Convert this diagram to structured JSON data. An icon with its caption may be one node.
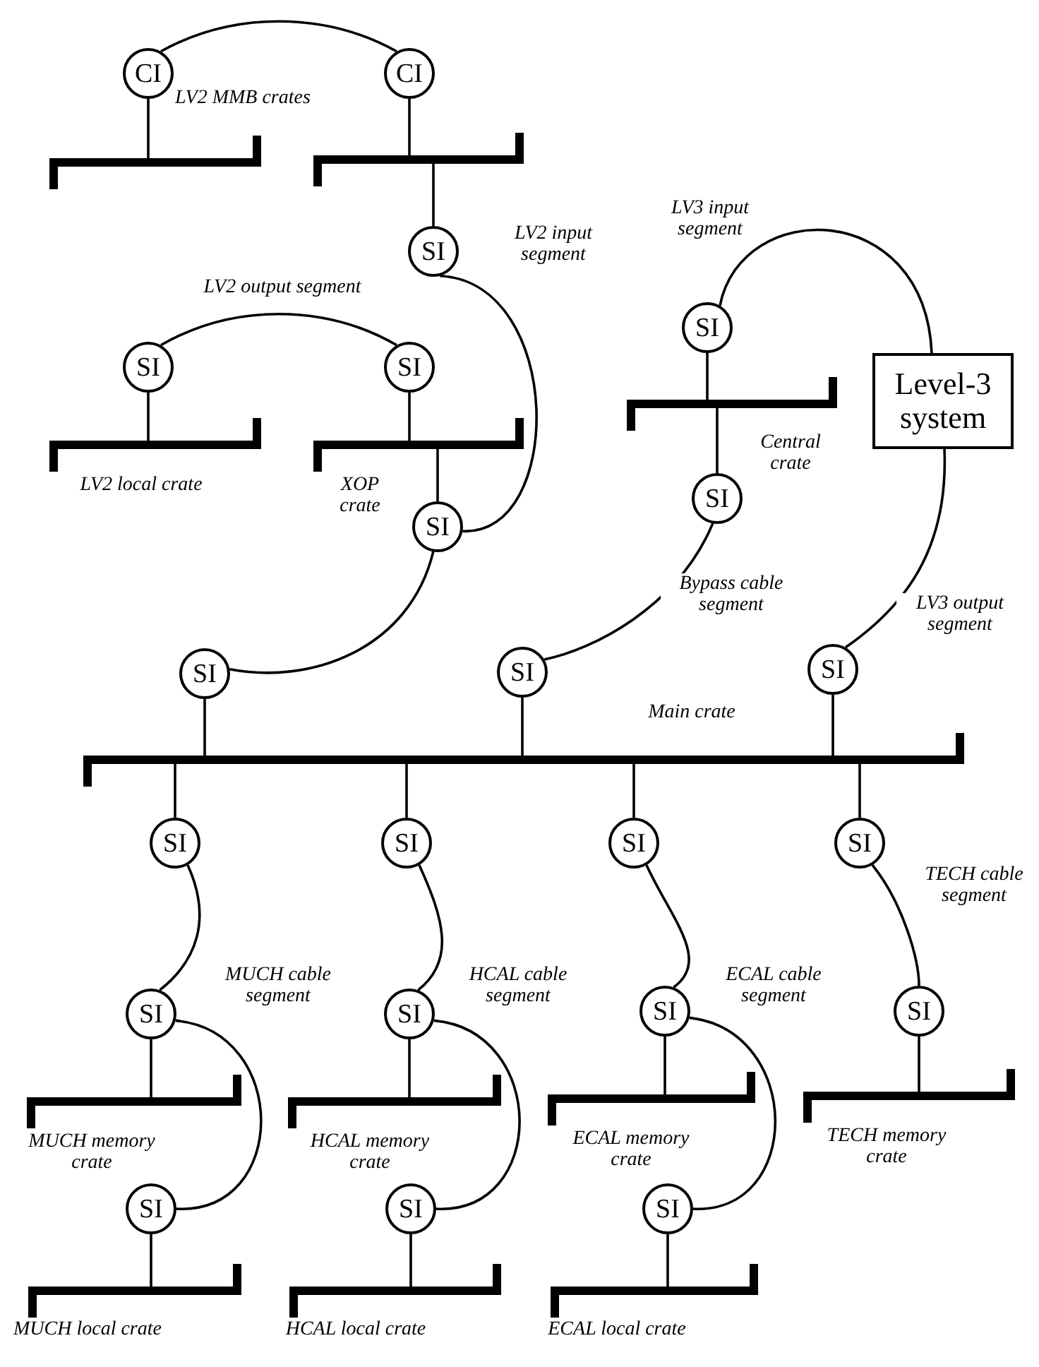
{
  "diagram": {
    "nodes": [
      {
        "text": [
          "CI"
        ]
      },
      {
        "text": [
          "CI"
        ]
      },
      {
        "text": [],
        "shape": "bar"
      },
      {
        "text": [],
        "shape": "bar"
      },
      {
        "text": [
          "SI"
        ]
      },
      {
        "text": [
          "SI"
        ]
      },
      {
        "text": [
          "SI"
        ]
      },
      {
        "text": [],
        "shape": "bar",
        "beside": [
          "LV2 local crate"
        ]
      },
      {
        "text": [],
        "shape": "bar",
        "beside": [
          "XOP crate"
        ]
      },
      {
        "text": [
          "SI"
        ]
      },
      {
        "text": [
          "SI"
        ]
      },
      {
        "text": [
          "SI"
        ]
      },
      {
        "text": [],
        "shape": "bar",
        "beside": [
          "Central crate"
        ]
      },
      {
        "text": [
          "Level-3 system"
        ]
      },
      {
        "text": [
          "SI"
        ]
      },
      {
        "text": [
          "SI"
        ]
      },
      {
        "text": [
          "SI"
        ]
      },
      {
        "text": [],
        "shape": "bar",
        "beside": [
          "Main crate"
        ]
      },
      {
        "text": [
          "SI"
        ]
      },
      {
        "text": [
          "SI"
        ]
      },
      {
        "text": [
          "SI"
        ]
      },
      {
        "text": [
          "SI"
        ]
      },
      {
        "text": [
          "SI"
        ]
      },
      {
        "text": [],
        "shape": "bar",
        "beside": [
          "MUCH memory crate"
        ]
      },
      {
        "text": [
          "SI"
        ]
      },
      {
        "text": [],
        "shape": "bar",
        "beside": [
          "MUCH local crate"
        ]
      },
      {
        "text": [
          "SI"
        ]
      },
      {
        "text": [],
        "shape": "bar",
        "beside": [
          "HCAL memory crate"
        ]
      },
      {
        "text": [
          "SI"
        ]
      },
      {
        "text": [],
        "shape": "bar",
        "beside": [
          "HCAL local crate"
        ]
      },
      {
        "text": [
          "SI"
        ]
      },
      {
        "text": [],
        "shape": "bar",
        "beside": [
          "ECAL memory crate"
        ]
      },
      {
        "text": [
          "SI"
        ]
      },
      {
        "text": [],
        "shape": "bar",
        "beside": [
          "ECAL local crate"
        ]
      },
      {
        "text": [
          "SI"
        ]
      },
      {
        "text": [],
        "shape": "bar",
        "beside": [
          "TECH memory crate"
        ]
      }
    ],
    "edges": [
      {
        "from": 0,
        "to": 1,
        "arrow": "none"
      },
      {
        "from": 0,
        "to": 2,
        "arrow": "none"
      },
      {
        "from": 1,
        "to": 3,
        "arrow": "none"
      },
      {
        "from": 3,
        "to": 4,
        "arrow": "none"
      },
      {
        "from": 5,
        "to": 6,
        "arrow": "none",
        "label": "LV2 output segment"
      },
      {
        "from": 5,
        "to": 7,
        "arrow": "none"
      },
      {
        "from": 6,
        "to": 8,
        "arrow": "none"
      },
      {
        "from": 8,
        "to": 9,
        "arrow": "none"
      },
      {
        "from": 4,
        "to": 9,
        "arrow": "none",
        "label": "LV2 input segment"
      },
      {
        "from": 9,
        "to": 10,
        "arrow": "none"
      },
      {
        "from": 11,
        "to": 13,
        "arrow": "none",
        "label": "LV3 input segment"
      },
      {
        "from": 11,
        "to": 12,
        "arrow": "none"
      },
      {
        "from": 12,
        "to": 14,
        "arrow": "none"
      },
      {
        "from": 14,
        "to": 15,
        "arrow": "none",
        "label": "Bypass cable segment"
      },
      {
        "from": 13,
        "to": 16,
        "arrow": "none",
        "label": "LV3 output segment"
      },
      {
        "from": 10,
        "to": 17,
        "arrow": "none"
      },
      {
        "from": 15,
        "to": 17,
        "arrow": "none"
      },
      {
        "from": 16,
        "to": 17,
        "arrow": "none"
      },
      {
        "from": 17,
        "to": 18,
        "arrow": "none"
      },
      {
        "from": 17,
        "to": 19,
        "arrow": "none"
      },
      {
        "from": 17,
        "to": 20,
        "arrow": "none"
      },
      {
        "from": 17,
        "to": 21,
        "arrow": "none"
      },
      {
        "from": 18,
        "to": 22,
        "arrow": "none",
        "label": "MUCH cable segment"
      },
      {
        "from": 22,
        "to": 23,
        "arrow": "none"
      },
      {
        "from": 22,
        "to": 24,
        "arrow": "none"
      },
      {
        "from": 24,
        "to": 25,
        "arrow": "none"
      },
      {
        "from": 19,
        "to": 26,
        "arrow": "none",
        "label": "HCAL cable segment"
      },
      {
        "from": 26,
        "to": 27,
        "arrow": "none"
      },
      {
        "from": 26,
        "to": 28,
        "arrow": "none"
      },
      {
        "from": 28,
        "to": 29,
        "arrow": "none"
      },
      {
        "from": 20,
        "to": 30,
        "arrow": "none",
        "label": "ECAL cable segment"
      },
      {
        "from": 30,
        "to": 31,
        "arrow": "none"
      },
      {
        "from": 30,
        "to": 32,
        "arrow": "none"
      },
      {
        "from": 32,
        "to": 33,
        "arrow": "none"
      },
      {
        "from": 21,
        "to": 34,
        "arrow": "none",
        "label": "TECH cable segment"
      },
      {
        "from": 34,
        "to": 35,
        "arrow": "none"
      }
    ],
    "labels": [
      "LV2 MMB crates"
    ]
  }
}
